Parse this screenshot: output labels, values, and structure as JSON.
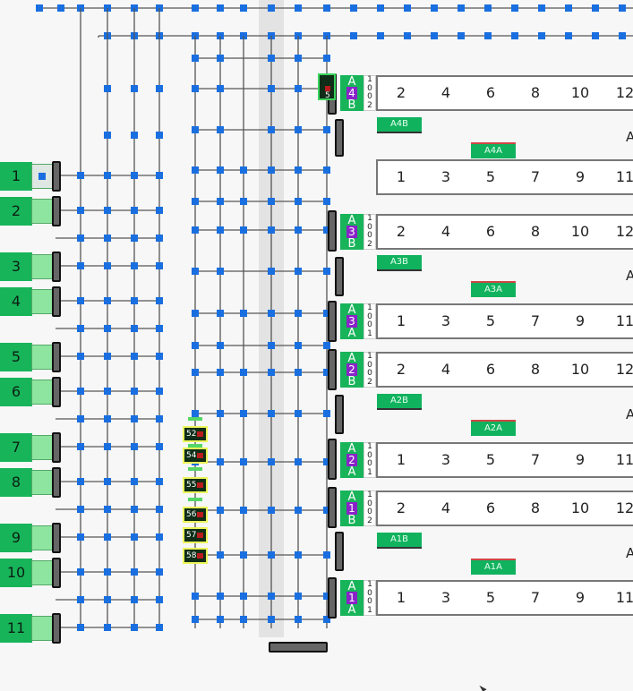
{
  "docks": [
    "1",
    "2",
    "3",
    "4",
    "5",
    "6",
    "7",
    "8",
    "9",
    "10",
    "11"
  ],
  "rack_rows": [
    {
      "id": "A4B",
      "aisle": "4",
      "side_top": "A",
      "side_bottom": "B",
      "code": [
        "1",
        "0",
        "0",
        "2"
      ],
      "numbers": [
        "2",
        "4",
        "6",
        "8",
        "10",
        "12"
      ]
    },
    {
      "id": "A4A",
      "aisle": "",
      "side_top": "",
      "side_bottom": "",
      "code": [],
      "numbers": [
        "1",
        "3",
        "5",
        "7",
        "9",
        "11"
      ]
    },
    {
      "id": "A3B",
      "aisle": "3",
      "side_top": "A",
      "side_bottom": "B",
      "code": [
        "1",
        "0",
        "0",
        "2"
      ],
      "numbers": [
        "2",
        "4",
        "6",
        "8",
        "10",
        "12"
      ]
    },
    {
      "id": "A3A",
      "aisle": "3",
      "side_top": "A",
      "side_bottom": "A",
      "code": [
        "1",
        "0",
        "0",
        "1"
      ],
      "numbers": [
        "1",
        "3",
        "5",
        "7",
        "9",
        "11"
      ]
    },
    {
      "id": "A2B",
      "aisle": "2",
      "side_top": "A",
      "side_bottom": "B",
      "code": [
        "1",
        "0",
        "0",
        "2"
      ],
      "numbers": [
        "2",
        "4",
        "6",
        "8",
        "10",
        "12"
      ]
    },
    {
      "id": "A2A",
      "aisle": "2",
      "side_top": "A",
      "side_bottom": "A",
      "code": [
        "1",
        "0",
        "0",
        "1"
      ],
      "numbers": [
        "1",
        "3",
        "5",
        "7",
        "9",
        "11"
      ]
    },
    {
      "id": "A1B",
      "aisle": "1",
      "side_top": "A",
      "side_bottom": "B",
      "code": [
        "1",
        "0",
        "0",
        "2"
      ],
      "numbers": [
        "2",
        "4",
        "6",
        "8",
        "10",
        "12"
      ]
    },
    {
      "id": "A1A",
      "aisle": "1",
      "side_top": "A",
      "side_bottom": "A",
      "code": [
        "1",
        "0",
        "0",
        "1"
      ],
      "numbers": [
        "1",
        "3",
        "5",
        "7",
        "9",
        "11"
      ]
    }
  ],
  "aisle_tags": [
    "A4B",
    "A4A",
    "A3B",
    "A3A",
    "A2B",
    "A2A",
    "A1B",
    "A1A"
  ],
  "truncated_label": "A",
  "bins": [
    "52",
    "54",
    "55",
    "56",
    "57",
    "58"
  ],
  "robot_label": "5",
  "colors": {
    "node": "#1a6fe0",
    "dock_green": "#18b45a",
    "purple": "#8a22c9",
    "track": "#555555"
  }
}
